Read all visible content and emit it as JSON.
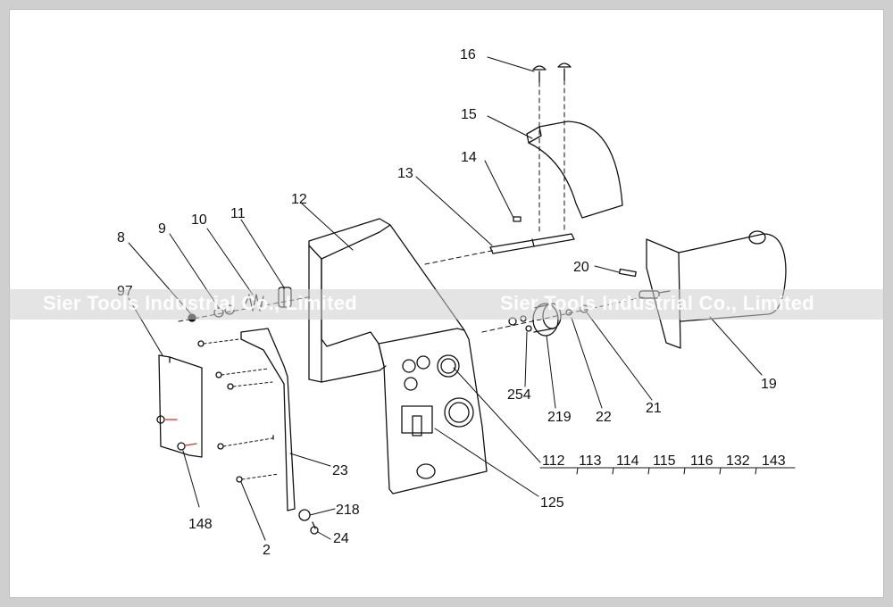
{
  "watermark_text": "Sier Tools Industrial Co., Limited",
  "callouts": {
    "c16": "16",
    "c15": "15",
    "c14": "14",
    "c13": "13",
    "c12": "12",
    "c11": "11",
    "c10": "10",
    "c9": "9",
    "c8": "8",
    "c97": "97",
    "c20": "20",
    "c19": "19",
    "c254": "254",
    "c219": "219",
    "c22": "22",
    "c21": "21",
    "c23": "23",
    "c218": "218",
    "c24": "24",
    "c125": "125",
    "c148": "148",
    "c2": "2",
    "group": [
      "112",
      "113",
      "114",
      "115",
      "116",
      "132",
      "143"
    ]
  }
}
